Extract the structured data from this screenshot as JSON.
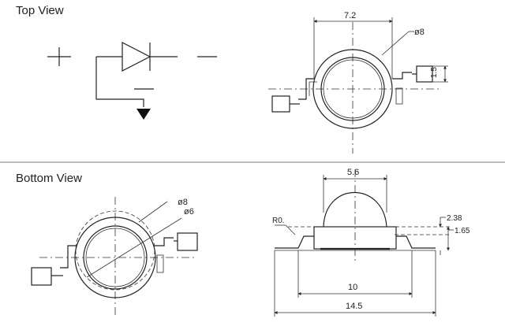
{
  "sections": {
    "top_title": "Top View",
    "bottom_title": "Bottom View"
  },
  "dimensions": {
    "top_width": "7.2",
    "top_diameter": "ø8",
    "top_pad": "1.5",
    "bottom_dia_outer": "ø8",
    "bottom_dia_inner": "ø6",
    "lens_width": "5.6",
    "radius": "R0.",
    "height_total": "2.38",
    "height_body": "1.65",
    "lead_span_inner": "10",
    "lead_span_outer": "14.5"
  }
}
